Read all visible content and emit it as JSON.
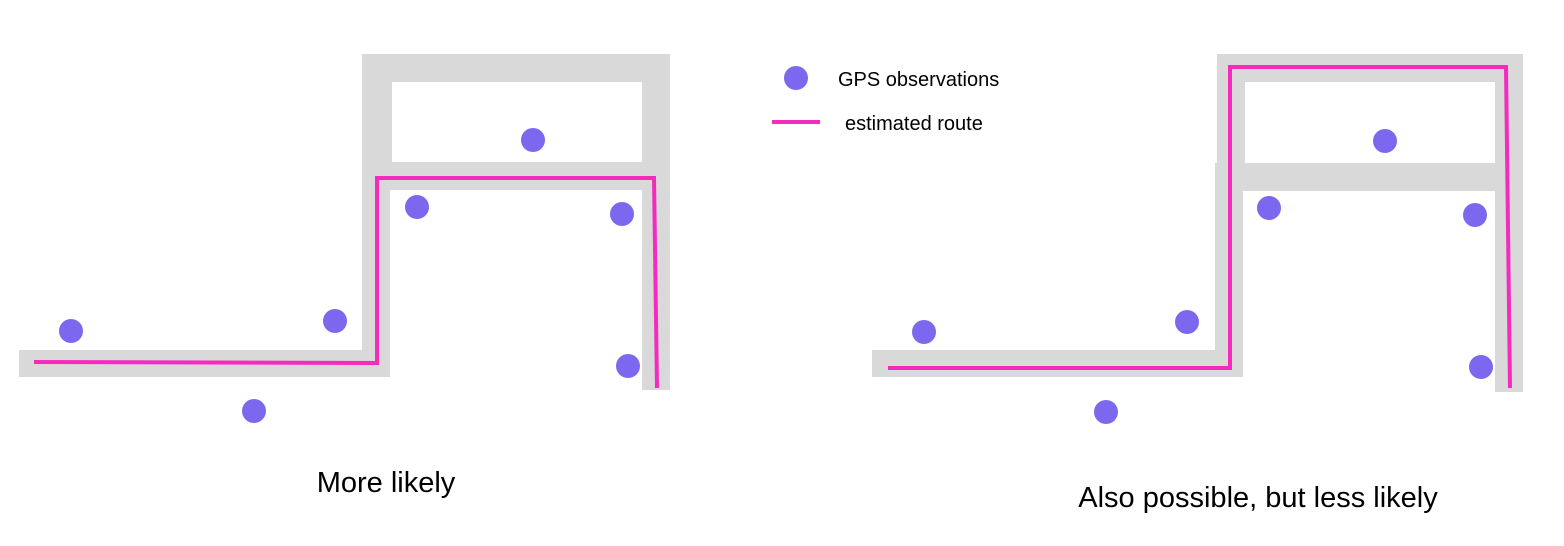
{
  "legend": {
    "observations_label": "GPS observations",
    "route_label": "estimated route"
  },
  "panels": [
    {
      "caption": "More likely"
    },
    {
      "caption": "Also possible, but less likely"
    }
  ],
  "colors": {
    "road": "#d9d9d9",
    "observation": "#7b68ee",
    "route": "#f52bc0",
    "background": "#ffffff"
  }
}
